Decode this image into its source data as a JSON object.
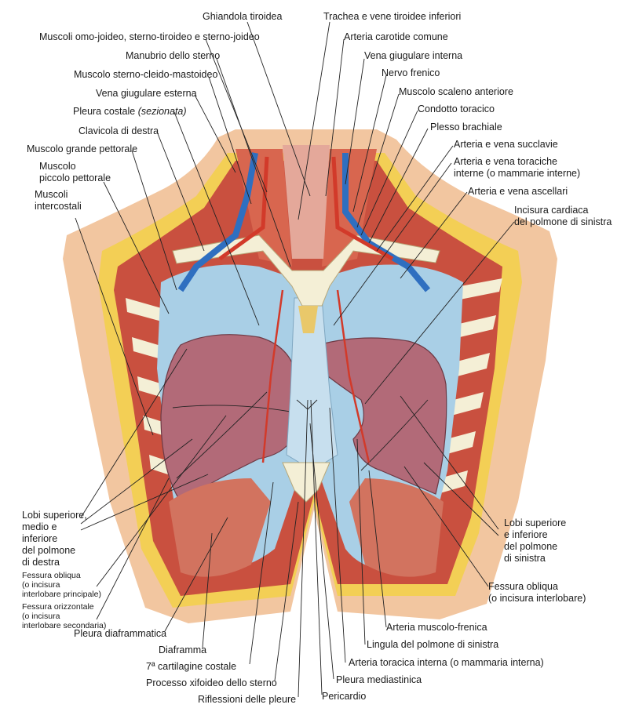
{
  "labels": {
    "ghiandola": "Ghiandola tiroidea",
    "trachea": "Trachea e vene tiroidee inferiori",
    "omojoideo": "Muscoli omo-joideo, sterno-tiroideo e sterno-joideo",
    "carotide": "Arteria carotide comune",
    "manubrio": "Manubrio dello sterno",
    "giugulare_interna": "Vena giugulare interna",
    "frenico": "Nervo frenico",
    "scm": "Muscolo sterno-cleido-mastoideo",
    "scaleno": "Muscolo scaleno anteriore",
    "giugulare_esterna": "Vena giugulare esterna",
    "condotto": "Condotto toracico",
    "pleura_costale": "Pleura costale",
    "pleura_costale_note": "(sezionata)",
    "plesso": "Plesso brachiale",
    "clavicola": "Clavicola di destra",
    "succlavie": "Arteria e vena succlavie",
    "grande_pettorale": "Muscolo grande pettorale",
    "toraciche": "Arteria e vena toraciche\ninterne (o mammarie interne)",
    "piccolo_pettorale": "Muscolo\npiccolo pettorale",
    "ascellari": "Arteria e vena ascellari",
    "intercostali": "Muscoli\nintercostali",
    "incisura": "Incisura cardiaca\ndel polmone di sinistra",
    "lobi_destra": "Lobi superiore,\nmedio e\ninferiore\ndel polmone\ndi destra",
    "lobi_sinistra": "Lobi superiore\ne inferiore\ndel polmone\ndi sinistra",
    "fessura_obliqua_dx": "Fessura obliqua\n(o incisura\ninterlobare principale)",
    "fessura_orizzontale": "Fessura orizzontale\n(o incisura\ninterlobare secondaria)",
    "fessura_obliqua_sx": "Fessura obliqua\n(o incisura interlobare)",
    "pleura_diaframmatica": "Pleura diaframmatica",
    "muscolo_frenica": "Arteria muscolo-frenica",
    "diaframma": "Diaframma",
    "lingula": "Lingula del polmone di sinistra",
    "cartilagine": "7ª cartilagine costale",
    "toracica_interna": "Arteria toracica interna (o mammaria interna)",
    "xifoideo": "Processo xifoideo dello sterno",
    "mediastinica": "Pleura mediastinica",
    "riflessioni": "Riflessioni delle pleure",
    "pericardio": "Pericardio"
  },
  "colors": {
    "skin": "#f2c6a0",
    "fat": "#f3cf55",
    "muscle": "#c9503f",
    "pleura": "#a9cfe6",
    "lung": "#b26a78",
    "bone": "#f4efd6",
    "vein": "#2f6fc0",
    "artery": "#d23a2a"
  }
}
